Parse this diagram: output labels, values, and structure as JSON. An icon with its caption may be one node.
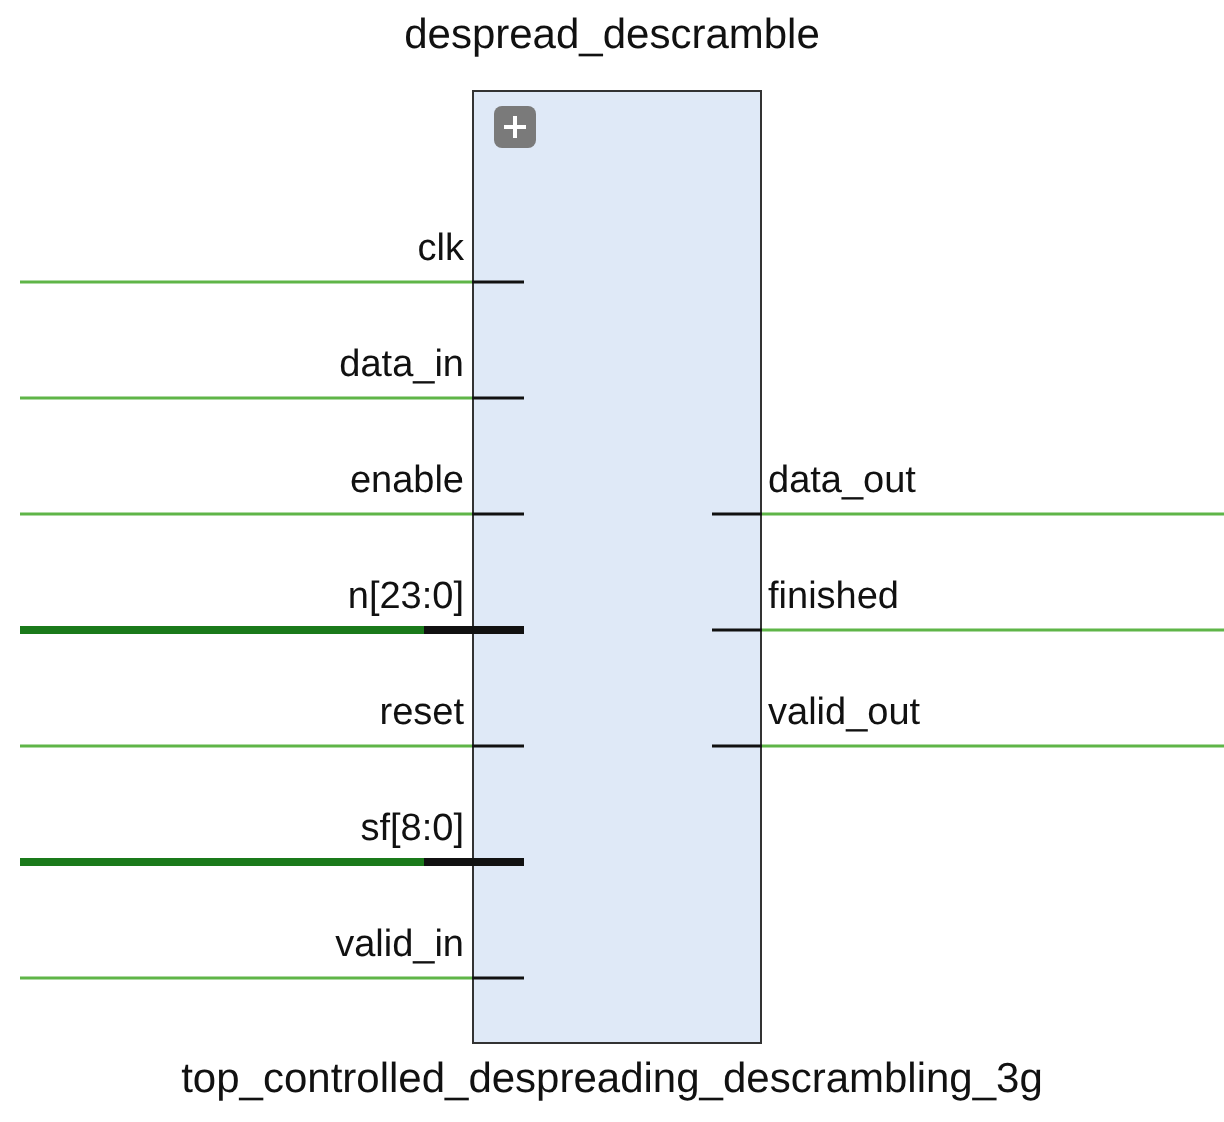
{
  "diagram": {
    "nodes": [
      {
        "text": [
          "despread_descramble",
          "top_controlled_despreading_descrambling_3g"
        ]
      },
      {
        "text": [
          "clk"
        ],
        "in": 0
      },
      {
        "text": [
          "data_in"
        ],
        "in": 0
      },
      {
        "text": [
          "enable"
        ],
        "in": 0
      },
      {
        "text": [
          "n[23:0]"
        ],
        "in": 0
      },
      {
        "text": [
          "reset"
        ],
        "in": 0
      },
      {
        "text": [
          "sf[8:0]"
        ],
        "in": 0
      },
      {
        "text": [
          "valid_in"
        ],
        "in": 0
      },
      {
        "text": [
          "data_out"
        ],
        "in": 0
      },
      {
        "text": [
          "finished"
        ],
        "in": 0
      },
      {
        "text": [
          "valid_out"
        ],
        "in": 0
      }
    ],
    "edges": [
      {
        "from": null,
        "to": 1,
        "arrow": "none"
      },
      {
        "from": null,
        "to": 2,
        "arrow": "none"
      },
      {
        "from": null,
        "to": 3,
        "arrow": "none"
      },
      {
        "from": null,
        "to": 4,
        "arrow": "none",
        "style": "thick",
        "color": "#1a7a1a"
      },
      {
        "from": null,
        "to": 5,
        "arrow": "none"
      },
      {
        "from": null,
        "to": 6,
        "arrow": "none",
        "style": "thick",
        "color": "#1a7a1a"
      },
      {
        "from": null,
        "to": 7,
        "arrow": "none"
      },
      {
        "from": 8,
        "to": null,
        "arrow": "none"
      },
      {
        "from": 9,
        "to": null,
        "arrow": "none"
      },
      {
        "from": 10,
        "to": null,
        "arrow": "none"
      }
    ]
  }
}
